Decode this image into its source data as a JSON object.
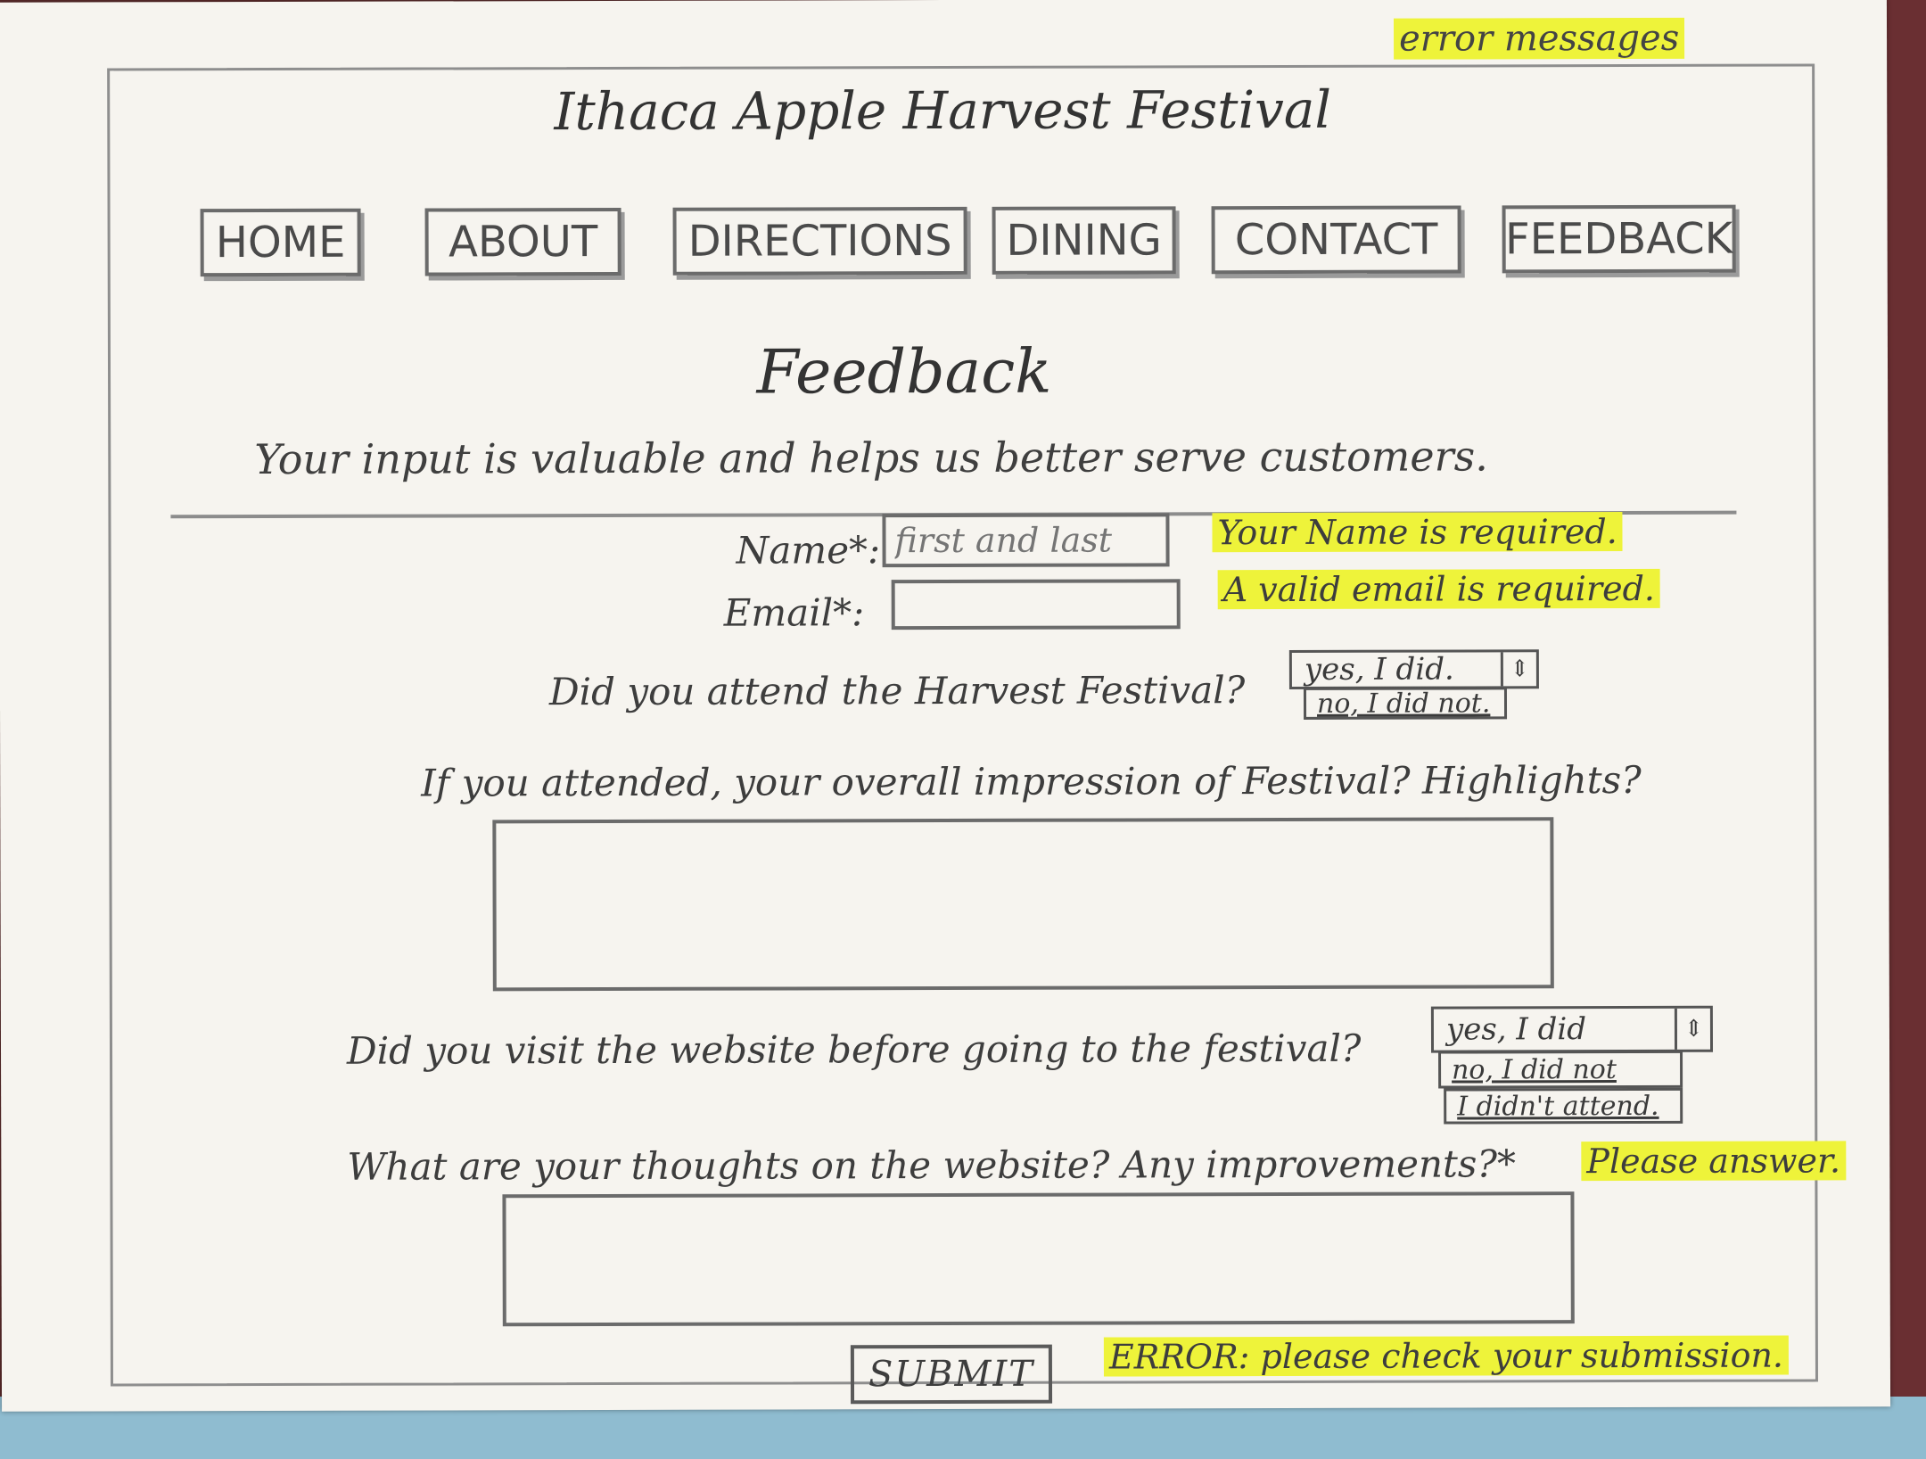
{
  "annotation": {
    "error_messages": "error messages"
  },
  "site": {
    "title": "Ithaca Apple Harvest Festival"
  },
  "nav": {
    "home": "HOME",
    "about": "ABOUT",
    "directions": "DIRECTIONS",
    "dining": "DINING",
    "contact": "CONTACT",
    "feedback": "FEEDBACK"
  },
  "page": {
    "title": "Feedback",
    "intro": "Your input is valuable and helps us better serve customers."
  },
  "form": {
    "name_label": "Name*:",
    "name_placeholder": "first and last",
    "name_error": "Your Name is required.",
    "email_label": "Email*:",
    "email_error": "A valid email is required.",
    "attend_question": "Did you attend the Harvest Festival?",
    "attend_selected": "yes, I did.",
    "attend_options": [
      "no, I did not."
    ],
    "impression_question": "If you attended, your overall impression of Festival? Highlights?",
    "visit_question": "Did you visit the website before going to the festival?",
    "visit_selected": "yes, I did",
    "visit_options": [
      "no, I did not",
      "I didn't attend."
    ],
    "thoughts_question": "What are your thoughts on the website? Any improvements?*",
    "thoughts_error": "Please answer.",
    "submit_label": "SUBMIT",
    "submit_error": "ERROR: please check your submission."
  },
  "colors": {
    "highlight": "#eef33a",
    "paper": "#f6f4ef",
    "pencil": "#6b6b6b"
  }
}
